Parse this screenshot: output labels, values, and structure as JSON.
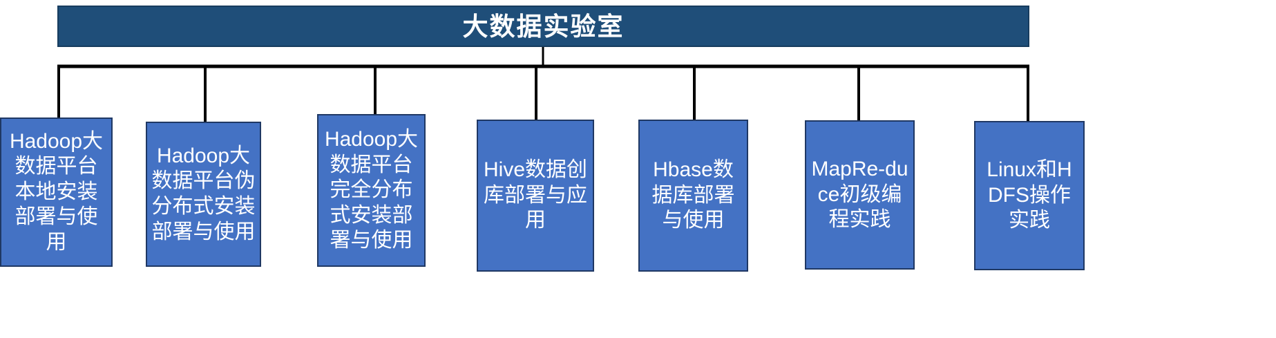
{
  "diagram": {
    "type": "organization-tree",
    "orientation": "top-down",
    "root": {
      "label": "大数据实验室",
      "color": "#1F4E79",
      "border_color": "#173C5E",
      "text_color": "#FFFFFF"
    },
    "node_style": {
      "fill": "#4472C4",
      "border": "#1F3864",
      "text_color": "#FFFFFF"
    },
    "connector_color": "#000000",
    "background": "#FFFFFF",
    "children": [
      {
        "id": "node-1",
        "label": "Hadoop大数据平台本地安装部署与使用"
      },
      {
        "id": "node-2",
        "label": "Hadoop大数据平台伪分布式安装部署与使用"
      },
      {
        "id": "node-3",
        "label": "Hadoop大数据平台完全分布式安装部署与使用"
      },
      {
        "id": "node-4",
        "label": "Hive数据创库部署与应用"
      },
      {
        "id": "node-5",
        "label": "Hbase数据库部署与使用"
      },
      {
        "id": "node-6",
        "label": "MapRe-duce初级编程实践"
      },
      {
        "id": "node-7",
        "label": "Linux和HDFS操作实践"
      }
    ]
  }
}
